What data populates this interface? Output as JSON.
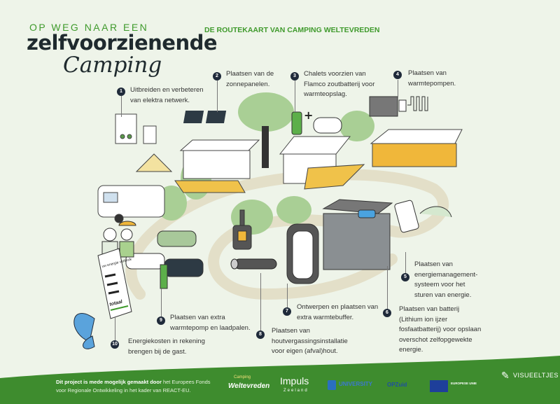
{
  "header": {
    "kicker": "OP WEG NAAR EEN",
    "title_line1": "zelfvoorzienende",
    "title_line2": "Camping",
    "subtitle": "DE ROUTEKAART VAN CAMPING WELTEVREDEN"
  },
  "steps": [
    {
      "number": "1",
      "text": "Uitbreiden en verbeteren\nvan elektra netwerk."
    },
    {
      "number": "2",
      "text": "Plaatsen van de\nzonnepanelen."
    },
    {
      "number": "3",
      "text": "Chalets voorzien van\nFlamco zoutbatterij voor\nwarmteopslag."
    },
    {
      "number": "4",
      "text": "Plaatsen van\nwarmtepompen."
    },
    {
      "number": "5",
      "text": "Plaatsen van\nenergiemanagement-\nsysteem voor het\nsturen van energie."
    },
    {
      "number": "6",
      "text": "Plaatsen van batterij\n(Lithium ion ijzer\nfosfaatbatterij) voor opslaan\noverschot zelfopgewekte\nenergie."
    },
    {
      "number": "7",
      "text": "Ontwerpen en plaatsen van\nextra warmtebuffer."
    },
    {
      "number": "8",
      "text": "Plaatsen van\nhoutvergassingsinstallatie\nvoor eigen (afval)hout."
    },
    {
      "number": "9",
      "text": "Plaatsen van extra\nwarmtepomp en laadpalen."
    },
    {
      "number": "10",
      "text": "Energiekosten in rekening\nbrengen bij de gast."
    }
  ],
  "receipt": {
    "heading": "uw energie verbruik",
    "total": "totaal"
  },
  "footer": {
    "credit_bold": "Dit project is mede mogelijk gemaakt door",
    "credit_rest": " het Europees Fonds voor Regionale Ontwikkeling in het kader van REACT-EU.",
    "logos": {
      "weltevreden_small": "Camping",
      "weltevreden": "Weltevreden",
      "impuls": "Impuls",
      "impuls_sub": "Zeeland",
      "hz": "UNIVERSITY",
      "opzuid": "OPZuid",
      "eu": "EUROPESE UNIE",
      "visueeltjes": "VISUEELTJES"
    }
  },
  "colors": {
    "accent_green": "#3f9a2c",
    "footer_green": "#3e8c2e",
    "dark": "#1f2a3a",
    "background": "#eef4e9"
  }
}
